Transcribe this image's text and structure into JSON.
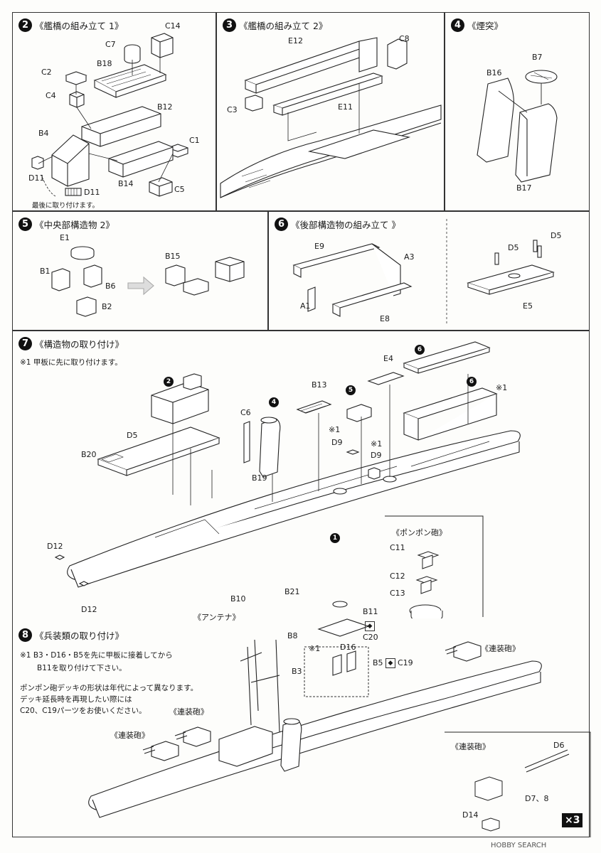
{
  "steps": {
    "s2": {
      "num": "2",
      "title": "《艦橋の組み立て 1》",
      "labels": {
        "c14": "C14",
        "c7": "C7",
        "b18": "B18",
        "c2": "C2",
        "c4": "C4",
        "b12": "B12",
        "b4": "B4",
        "c1": "C1",
        "d11a": "D11",
        "b14": "B14",
        "c5": "C5",
        "d11b": "D11"
      },
      "note": "最後に取り付けます。"
    },
    "s3": {
      "num": "3",
      "title": "《艦橋の組み立て 2》",
      "labels": {
        "e12": "E12",
        "c8": "C8",
        "c3": "C3",
        "e11": "E11"
      }
    },
    "s4": {
      "num": "4",
      "title": "《煙突》",
      "labels": {
        "b7": "B7",
        "b16": "B16",
        "b17": "B17"
      }
    },
    "s5": {
      "num": "5",
      "title": "《中央部構造物 2》",
      "labels": {
        "e1": "E1",
        "b1": "B1",
        "b6": "B6",
        "b2": "B2",
        "b15": "B15"
      }
    },
    "s6": {
      "num": "6",
      "title": "《後部構造物の組み立て 》",
      "labels": {
        "e9": "E9",
        "a3": "A3",
        "a1": "A1",
        "e8": "E8",
        "d5a": "D5",
        "d5b": "D5",
        "e5": "E5"
      }
    },
    "s7": {
      "num": "7",
      "title": "《構造物の取り付け》",
      "note": "※1  甲板に先に取り付けます。",
      "labels": {
        "c6": "C6",
        "b13": "B13",
        "e4": "E4",
        "d5": "D5",
        "b20": "B20",
        "d9a": "D9",
        "d9b": "D9",
        "b19": "B19",
        "d12a": "D12",
        "d12b": "D12",
        "ast1": "※1",
        "ast2": "※1",
        "ast3": "※1",
        "r2": "2",
        "r4": "4",
        "r5": "5",
        "r6a": "6",
        "r6b": "6",
        "r1": "1"
      },
      "inset": {
        "title": "《ポンポン砲》",
        "c11": "C11",
        "c12": "C12",
        "c13": "C13"
      }
    },
    "s8": {
      "num": "8",
      "title": "《兵装類の取り付け》",
      "notes": [
        "※1  B3・D16・B5を先に甲板に接着してから",
        "B11を取り付けて下さい。",
        "ポンポン砲デッキの形状は年代によって異なります。",
        "デッキ延長時を再現したい際には",
        "C20、C19パーツをお使いください。"
      ],
      "labels": {
        "b10": "B10",
        "b21": "B21",
        "antenna": "《アンテナ》",
        "b8": "B8",
        "b11": "B11",
        "c20": "C20",
        "d16": "D16",
        "b3": "B3",
        "b5": "B5",
        "c19": "C19",
        "ast": "※1",
        "gun1": "《連装砲》",
        "gun2": "《連装砲》",
        "gun3": "《連装砲》"
      },
      "inset": {
        "title": "《連装砲》",
        "d6": "D6",
        "d78": "D7、8",
        "d14": "D14",
        "x3": "×3"
      }
    }
  },
  "watermark": "HOBBY SEARCH"
}
